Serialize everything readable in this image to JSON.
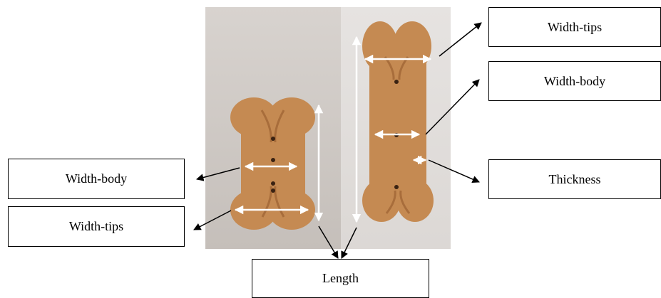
{
  "labels": {
    "width_tips_right": "Width-tips",
    "width_body_right": "Width-body",
    "thickness_right": "Thickness",
    "width_body_left": "Width-body",
    "width_tips_left": "Width-tips",
    "length": "Length"
  },
  "colors": {
    "background_left": "#cfcac6",
    "background_right": "#e3e0de",
    "biscuit": "#c58a52",
    "biscuit_shadow": "#a86d3b",
    "hole": "#3a2212",
    "measure_arrow": "#ffffff",
    "pointer_arrow": "#000000"
  }
}
